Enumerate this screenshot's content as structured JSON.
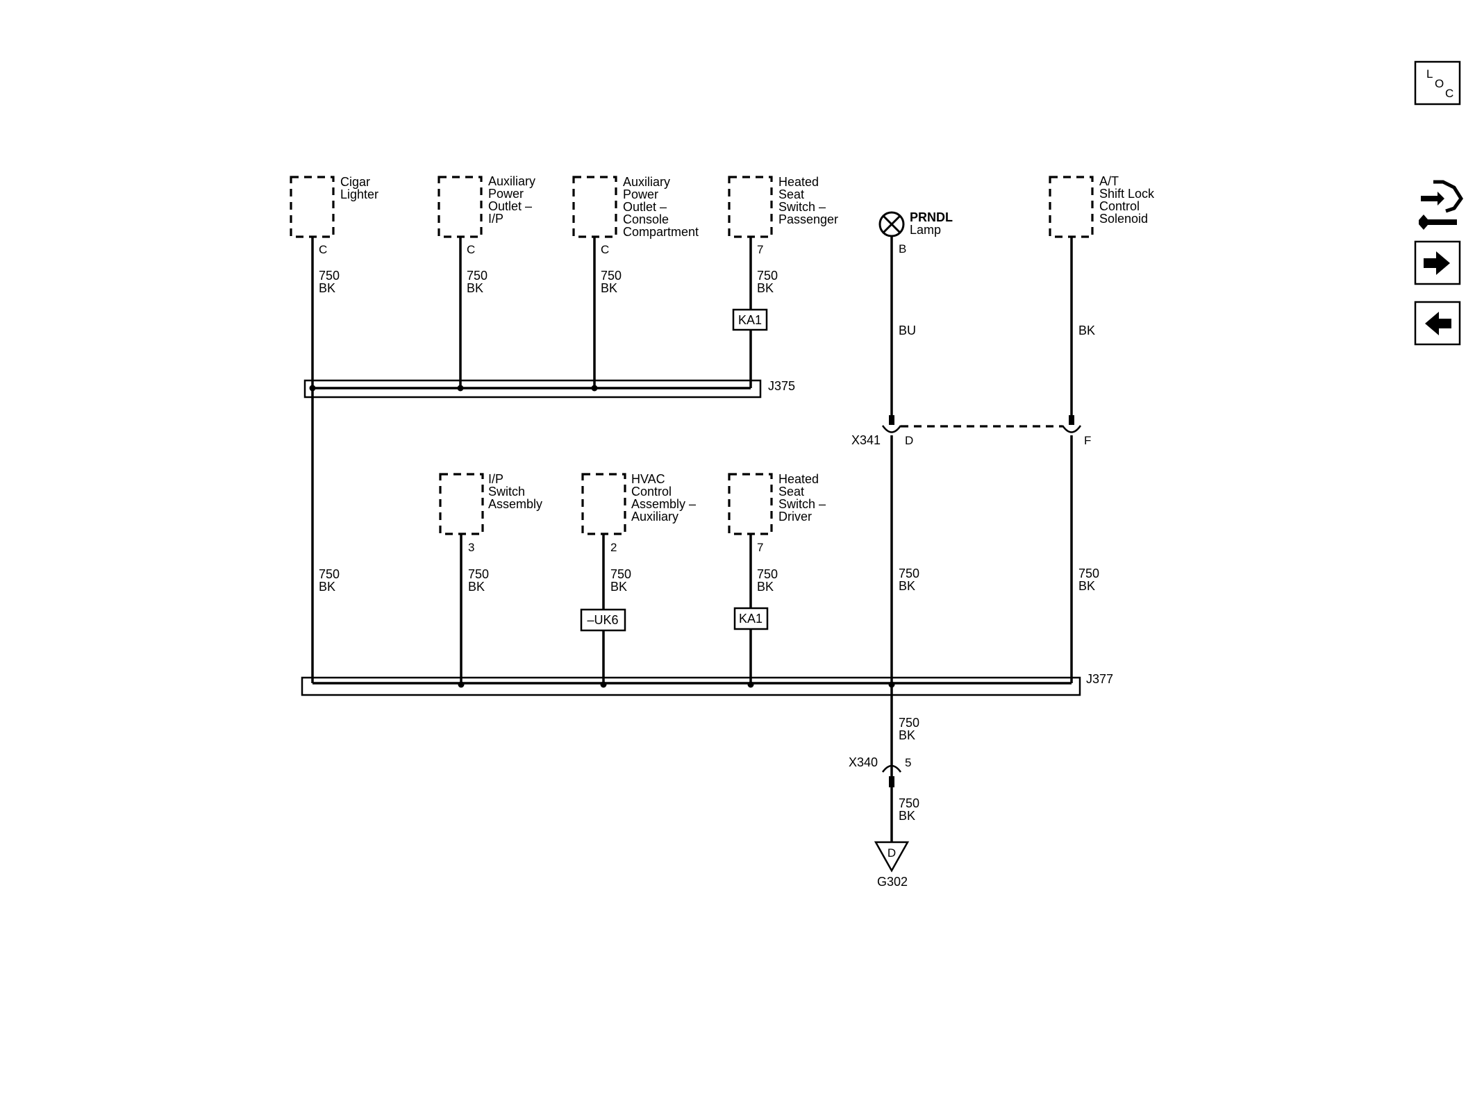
{
  "components": {
    "cigar_lighter": {
      "label": [
        "Cigar",
        "Lighter"
      ],
      "pin": "C",
      "wire": [
        "750",
        "BK"
      ]
    },
    "aux_outlet_ip": {
      "label": [
        "Auxiliary",
        "Power",
        "Outlet –",
        "I/P"
      ],
      "pin": "C",
      "wire": [
        "750",
        "BK"
      ]
    },
    "aux_outlet_console": {
      "label": [
        "Auxiliary",
        "Power",
        "Outlet –",
        "Console",
        "Compartment"
      ],
      "pin": "C",
      "wire": [
        "750",
        "BK"
      ]
    },
    "heated_seat_passenger": {
      "label": [
        "Heated",
        "Seat",
        "Switch –",
        "Passenger"
      ],
      "pin": "7",
      "wire": [
        "750",
        "BK"
      ],
      "option": "KA1"
    },
    "prndl_lamp": {
      "label": [
        "PRNDL",
        "Lamp"
      ],
      "pin": "B",
      "wire_top": "BU",
      "wire_bottom": [
        "750",
        "BK"
      ]
    },
    "shift_lock_solenoid": {
      "label": [
        "A/T",
        "Shift Lock",
        "Control",
        "Solenoid"
      ],
      "wire_top": "BK",
      "wire_bottom": [
        "750",
        "BK"
      ]
    },
    "ip_switch_assembly": {
      "label": [
        "I/P",
        "Switch",
        "Assembly"
      ],
      "pin": "3",
      "wire": [
        "750",
        "BK"
      ]
    },
    "hvac_control_aux": {
      "label": [
        "HVAC",
        "Control",
        "Assembly –",
        "Auxiliary"
      ],
      "pin": "2",
      "wire": [
        "750",
        "BK"
      ],
      "option": "–UK6"
    },
    "heated_seat_driver": {
      "label": [
        "Heated",
        "Seat",
        "Switch –",
        "Driver"
      ],
      "pin": "7",
      "wire": [
        "750",
        "BK"
      ],
      "option": "KA1"
    }
  },
  "main_wire_left": [
    "750",
    "BK"
  ],
  "splices": {
    "upper": "J375",
    "lower": "J377"
  },
  "connectors": {
    "x341": {
      "name": "X341",
      "pin_d": "D",
      "pin_f": "F"
    },
    "x340": {
      "name": "X340",
      "pin": "5"
    }
  },
  "ground_wire_1": [
    "750",
    "BK"
  ],
  "ground_wire_2": [
    "750",
    "BK"
  ],
  "ground": {
    "letter": "D",
    "name": "G302"
  },
  "nav": {
    "loc": [
      "L",
      "O",
      "C"
    ]
  }
}
